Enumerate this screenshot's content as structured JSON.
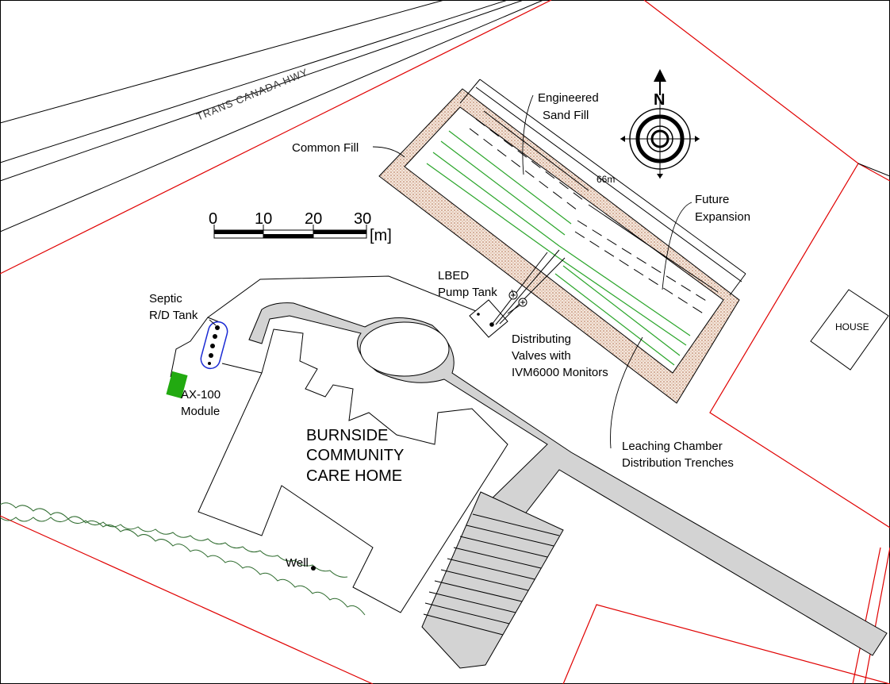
{
  "labels": {
    "highway": "TRANS  CANADA  HWY",
    "common_fill": "Common Fill",
    "engineered_sand_fill_1": "Engineered",
    "engineered_sand_fill_2": "Sand Fill",
    "dimension": "66m",
    "future_expansion_1": "Future",
    "future_expansion_2": "Expansion",
    "lbed_1": "LBED",
    "lbed_2": "Pump Tank",
    "septic_1": "Septic",
    "septic_2": "R/D Tank",
    "distributing_1": "Distributing",
    "distributing_2": "Valves with",
    "distributing_3": "IVM6000 Monitors",
    "module_1": "AX-100",
    "module_2": "Module",
    "house": "HOUSE",
    "care_home_1": "BURNSIDE",
    "care_home_2": "COMMUNITY",
    "care_home_3": "CARE HOME",
    "leaching_1": "Leaching Chamber",
    "leaching_2": "Distribution Trenches",
    "well": "Well",
    "north": "N"
  },
  "scale_bar": {
    "ticks": [
      "0",
      "10",
      "20",
      "30"
    ],
    "unit": "[m]"
  },
  "colors": {
    "property_line": "#e00000",
    "trench": "#2aa52a",
    "module": "#22aa11",
    "septic_tank": "#1a2ad4",
    "road": "#d3d3d3",
    "fill_hatch": "#c98a6a"
  }
}
